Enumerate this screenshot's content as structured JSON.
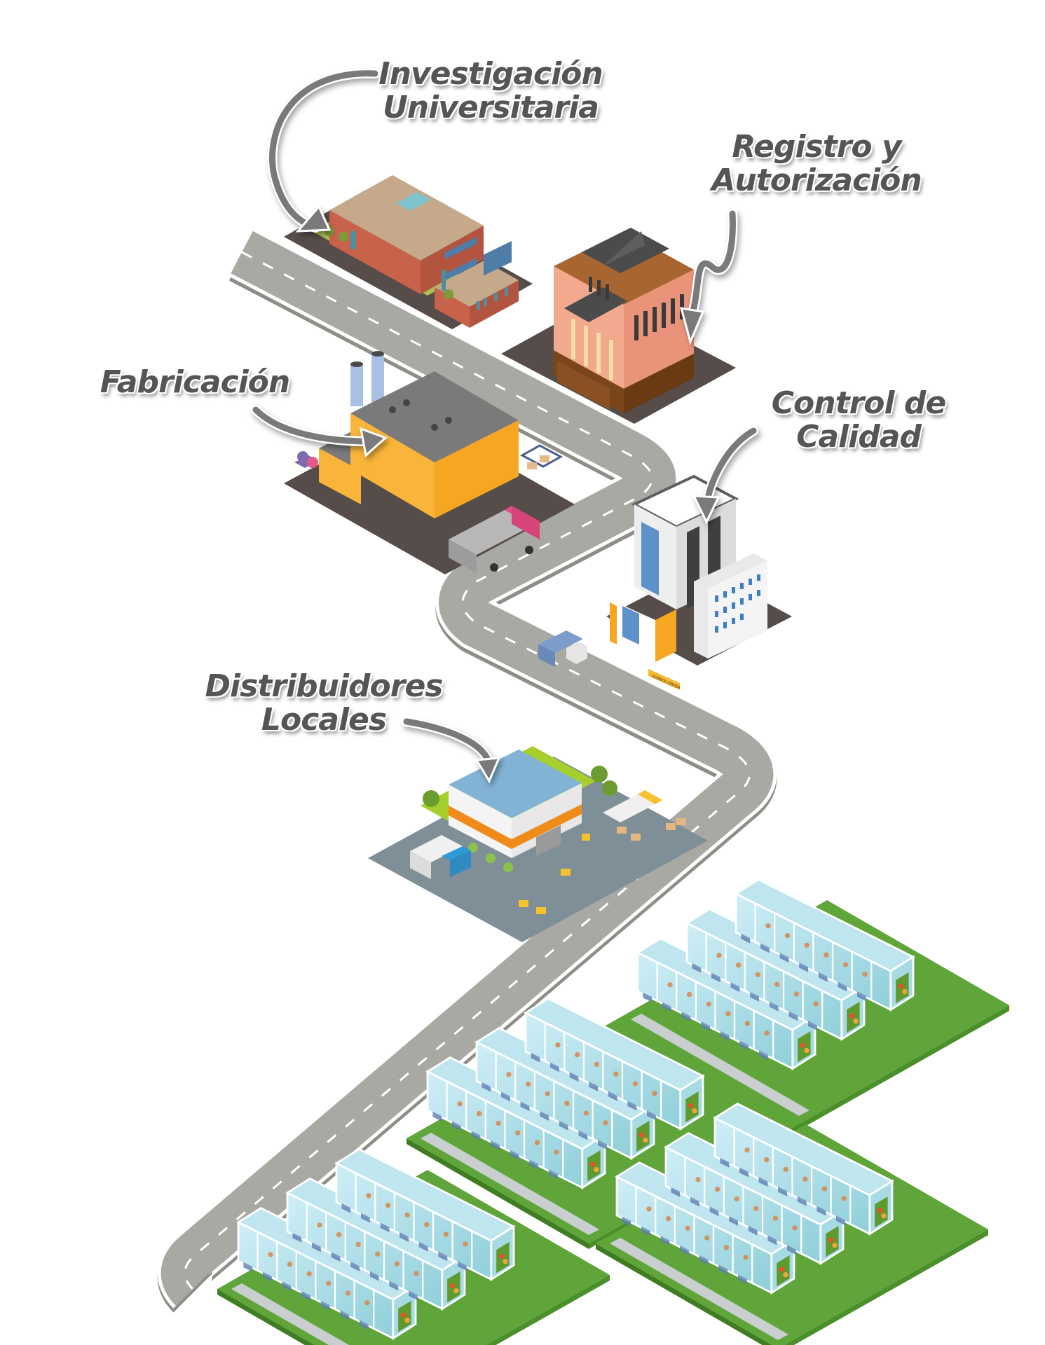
{
  "title": "Cadena de suministro: de la investigación al cultivo",
  "stages": [
    {
      "id": "research",
      "lines": [
        "Investigación",
        "Universitaria"
      ],
      "building": "university"
    },
    {
      "id": "registry",
      "lines": [
        "Registro y",
        "Autorización"
      ],
      "building": "government-courthouse"
    },
    {
      "id": "manufacturing",
      "lines": [
        "Fabricación"
      ],
      "building": "factory"
    },
    {
      "id": "quality",
      "lines": [
        "Control de",
        "Calidad"
      ],
      "building": "science-center"
    },
    {
      "id": "distribution",
      "lines": [
        "Distribuidores",
        "Locales"
      ],
      "building": "distribution-warehouse"
    }
  ],
  "signs": {
    "science_center": "SCIENCE CENTER"
  },
  "greenhouse_plots": 4,
  "greenhouses_per_plot": 3,
  "colors": {
    "label_text": "#555555",
    "arrow": "#7a7a7a",
    "road": "#a9a9a3",
    "road_edge": "#8e8e88",
    "lot": "#564c49",
    "grass": "#6aa332",
    "factory_wall": "#f9b43a",
    "university_brick": "#c8624a",
    "courthouse_wall": "#f2a98d",
    "warehouse_roof": "#7fb0d2",
    "warehouse_stripe": "#f08a1a"
  }
}
